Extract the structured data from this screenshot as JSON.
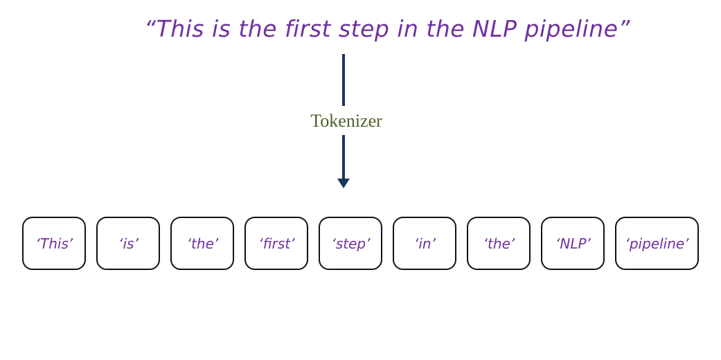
{
  "diagram": {
    "title": "“This is the first step in the NLP pipeline”",
    "process_label": "Tokenizer",
    "tokens": [
      "‘This’",
      "‘is’",
      "‘the’",
      "‘first’",
      "‘step’",
      "‘in’",
      "‘the’",
      "‘NLP’",
      "‘pipeline’"
    ]
  },
  "colors": {
    "title_text": "#7030A0",
    "token_text": "#7030A0",
    "process_label_text": "#4F6228",
    "arrow": "#17375E",
    "box_border": "#111111",
    "background": "#FFFFFF"
  }
}
